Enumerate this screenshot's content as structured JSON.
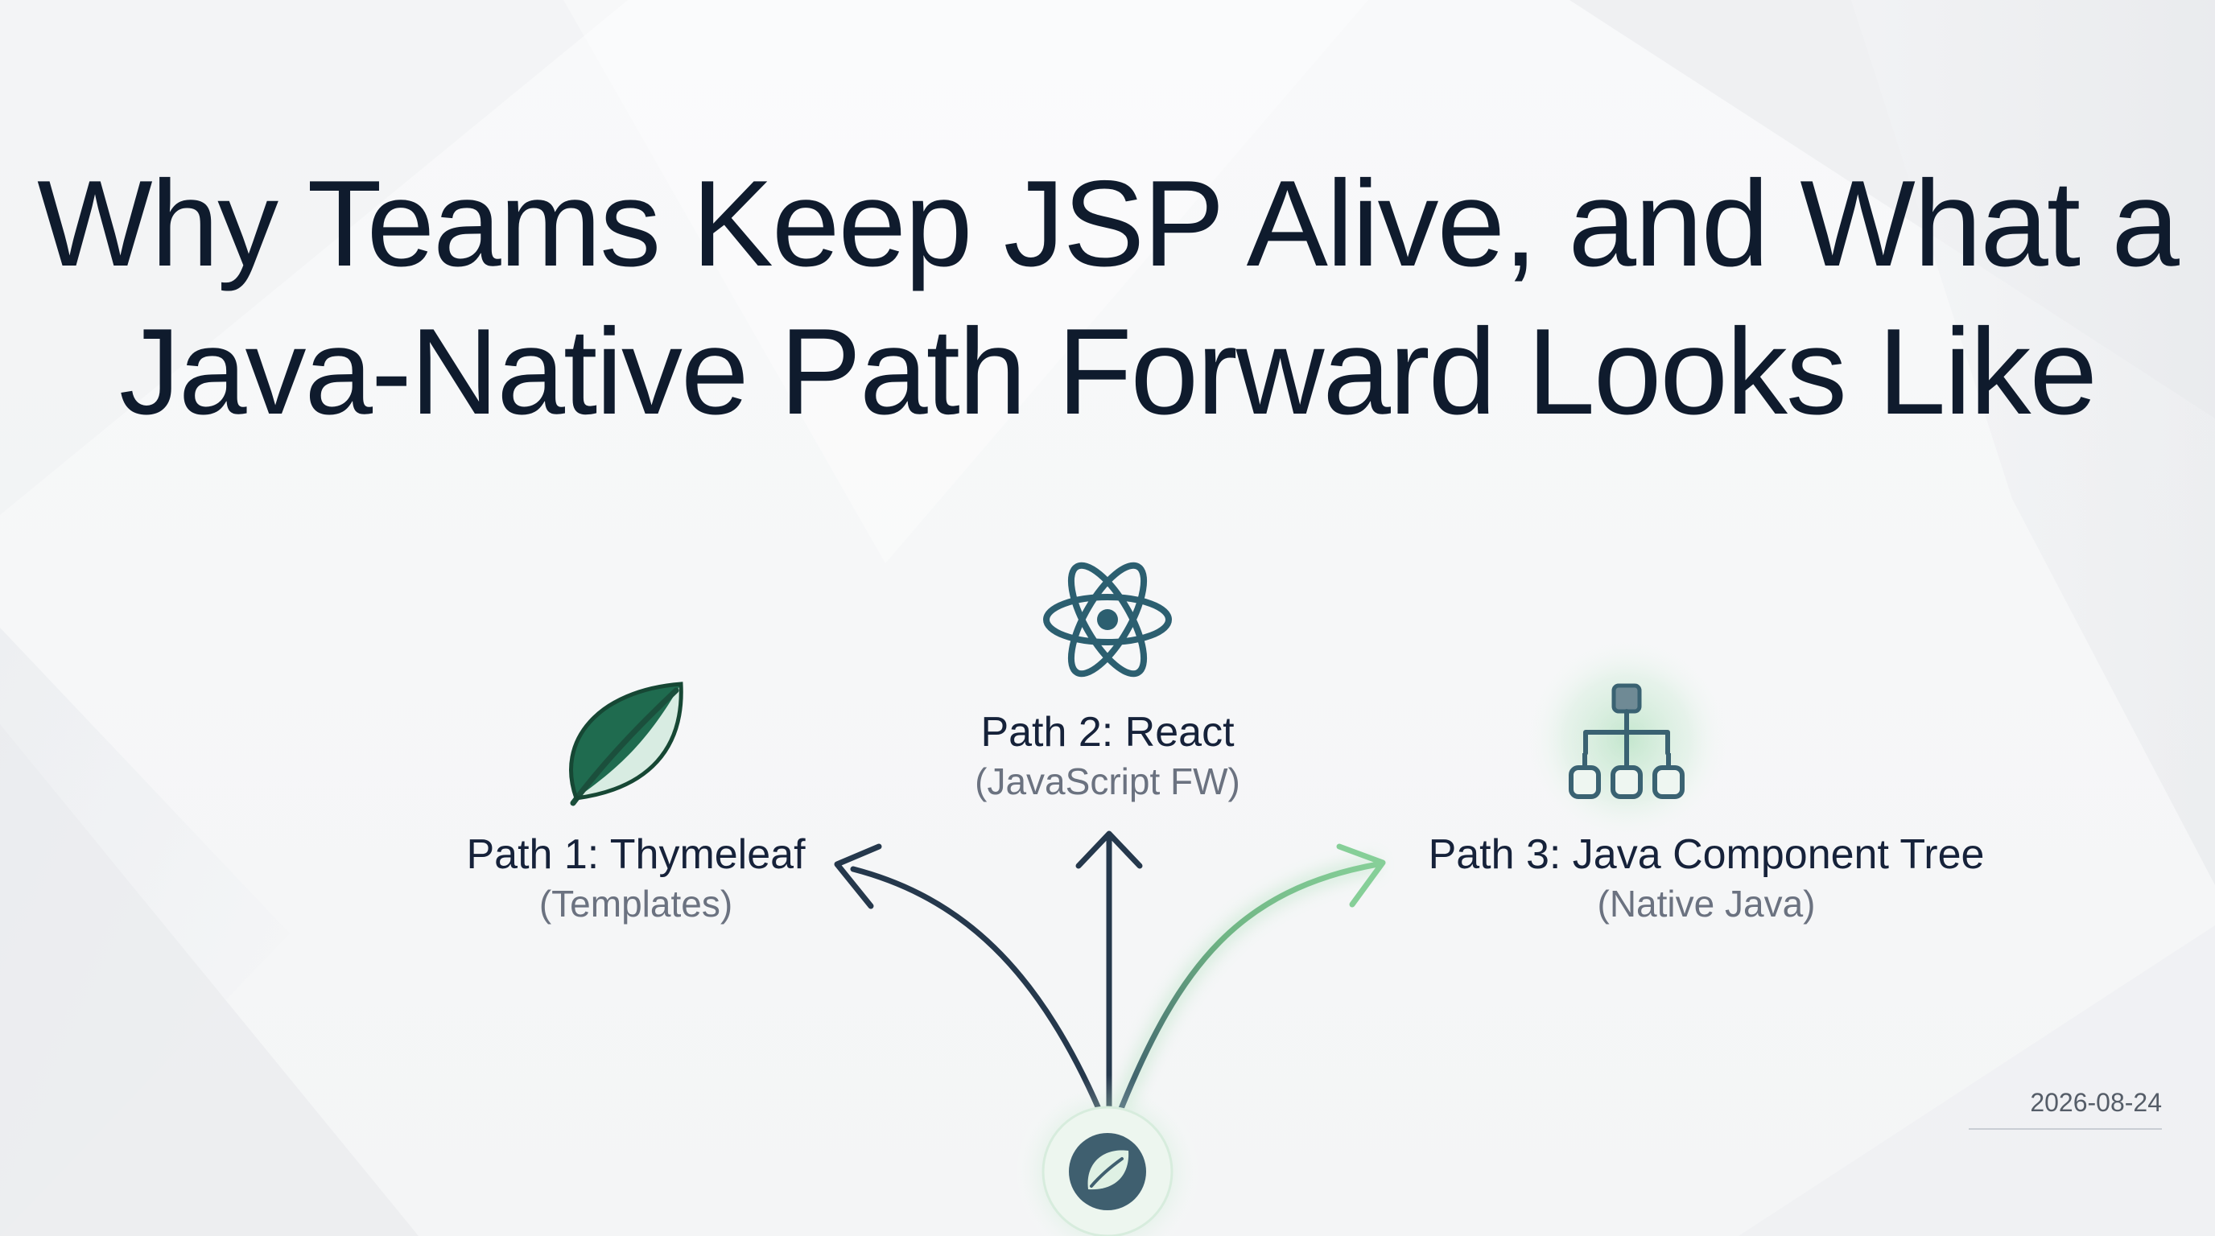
{
  "slide": {
    "title_line_1": "Why Teams Keep JSP Alive, and What a",
    "title_line_2": "Java-Native Path Forward Looks Like",
    "date": "2026-08-24"
  },
  "paths": [
    {
      "name": "Path 1: Thymeleaf",
      "subtitle": "(Templates)",
      "icon": "leaf-icon"
    },
    {
      "name": "Path 2: React",
      "subtitle": "(JavaScript FW)",
      "icon": "react-atom-icon"
    },
    {
      "name": "Path 3: Java Component Tree",
      "subtitle": "(Native Java)",
      "icon": "component-tree-icon",
      "highlighted": true
    }
  ],
  "origin": {
    "icon": "spring-leaf-icon"
  },
  "colors": {
    "title": "#0f1b2d",
    "arrow": "#24384e",
    "arrow_highlight": "#7cc48e",
    "leaf": "#1f6b4f",
    "react": "#2c5f70",
    "tree": "#3a6272",
    "glow": "#8fd3a0"
  }
}
